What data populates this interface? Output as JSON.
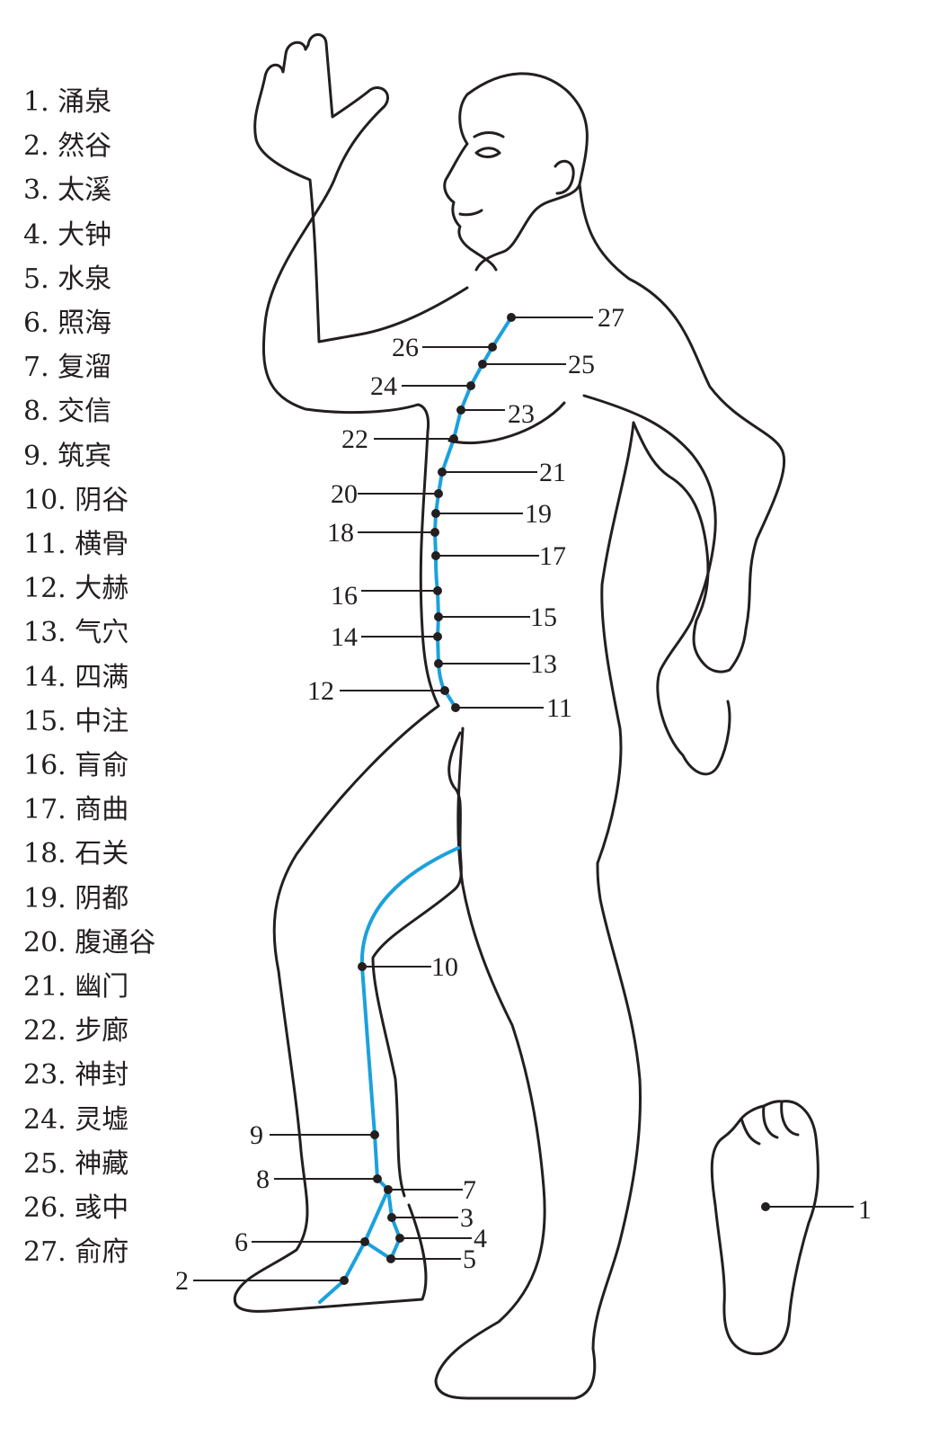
{
  "legend": [
    "1. 涌泉",
    "2. 然谷",
    "3. 太溪",
    "4. 大钟",
    "5. 水泉",
    "6. 照海",
    "7. 复溜",
    "8. 交信",
    "9. 筑宾",
    "10. 阴谷",
    "11. 横骨",
    "12. 大赫",
    "13. 气穴",
    "14. 四满",
    "15. 中注",
    "16. 肓俞",
    "17. 商曲",
    "18. 石关",
    "19. 阴都",
    "20. 腹通谷",
    "21. 幽门",
    "22. 步廊",
    "23. 神封",
    "24. 灵墟",
    "25. 神藏",
    "26. 彧中",
    "27. 俞府"
  ],
  "points": [
    {
      "label": "1",
      "icon": "sole-point"
    },
    {
      "label": "2",
      "icon": "foot-point"
    },
    {
      "label": "3",
      "icon": "ankle-point"
    },
    {
      "label": "4",
      "icon": "ankle-point"
    },
    {
      "label": "5",
      "icon": "ankle-point"
    },
    {
      "label": "6",
      "icon": "ankle-point"
    },
    {
      "label": "7",
      "icon": "leg-point"
    },
    {
      "label": "8",
      "icon": "leg-point"
    },
    {
      "label": "9",
      "icon": "leg-point"
    },
    {
      "label": "10",
      "icon": "knee-point"
    },
    {
      "label": "11",
      "icon": "abdomen-point"
    },
    {
      "label": "12",
      "icon": "abdomen-point"
    },
    {
      "label": "13",
      "icon": "abdomen-point"
    },
    {
      "label": "14",
      "icon": "abdomen-point"
    },
    {
      "label": "15",
      "icon": "abdomen-point"
    },
    {
      "label": "16",
      "icon": "abdomen-point"
    },
    {
      "label": "17",
      "icon": "abdomen-point"
    },
    {
      "label": "18",
      "icon": "abdomen-point"
    },
    {
      "label": "19",
      "icon": "abdomen-point"
    },
    {
      "label": "20",
      "icon": "abdomen-point"
    },
    {
      "label": "21",
      "icon": "chest-point"
    },
    {
      "label": "22",
      "icon": "chest-point"
    },
    {
      "label": "23",
      "icon": "chest-point"
    },
    {
      "label": "24",
      "icon": "chest-point"
    },
    {
      "label": "25",
      "icon": "chest-point"
    },
    {
      "label": "26",
      "icon": "chest-point"
    },
    {
      "label": "27",
      "icon": "chest-point"
    }
  ],
  "colors": {
    "meridian": "#1ba1dd",
    "outline": "#231f20",
    "background": "#ffffff"
  }
}
